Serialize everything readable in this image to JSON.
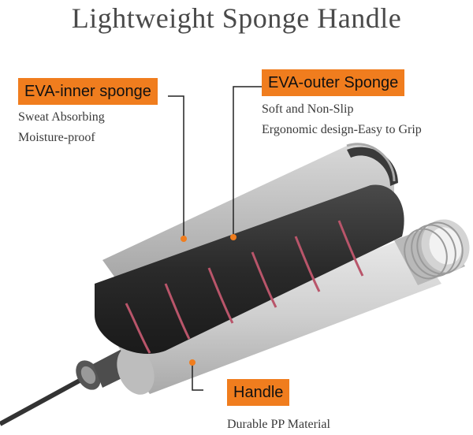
{
  "title": "Lightweight Sponge Handle",
  "callouts": {
    "inner": {
      "label": "EVA-inner sponge",
      "lines": [
        "Sweat Absorbing",
        "Moisture-proof"
      ]
    },
    "outer": {
      "label": "EVA-outer Sponge",
      "lines": [
        "Soft and Non-Slip",
        "Ergonomic design-Easy to Grip"
      ]
    },
    "handle": {
      "label": "Handle",
      "lines": [
        "Durable PP Material"
      ]
    }
  },
  "colors": {
    "accent": "#f07d1e",
    "sponge": "#2b2b2b",
    "inner_stripe": "#b9556a",
    "handle": "#c8c8c8"
  }
}
